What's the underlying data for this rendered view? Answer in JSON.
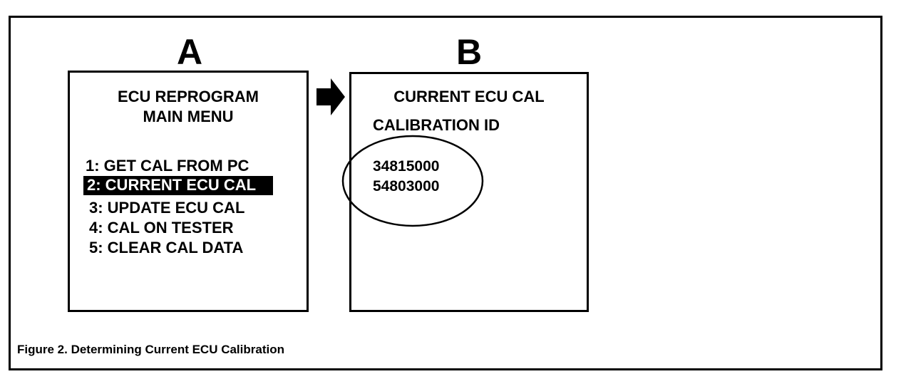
{
  "panel_a": {
    "letter": "A",
    "title_line1": "ECU REPROGRAM",
    "title_line2": "MAIN MENU",
    "menu_items": [
      {
        "label": "1: GET CAL FROM PC",
        "selected": false
      },
      {
        "label": "2: CURRENT ECU CAL",
        "selected": true
      },
      {
        "label": "3: UPDATE ECU CAL",
        "selected": false
      },
      {
        "label": "4: CAL ON TESTER",
        "selected": false
      },
      {
        "label": "5: CLEAR CAL DATA",
        "selected": false
      }
    ]
  },
  "panel_b": {
    "letter": "B",
    "title": "CURRENT ECU CAL",
    "subtitle": "CALIBRATION ID",
    "ids": [
      "34815000",
      "54803000"
    ]
  },
  "arrow_icon": "right-arrow-icon",
  "caption": "Figure 2. Determining Current ECU Calibration",
  "colors": {
    "ink": "#000000",
    "background": "#ffffff",
    "highlight_bg": "#000000",
    "highlight_fg": "#ffffff"
  }
}
